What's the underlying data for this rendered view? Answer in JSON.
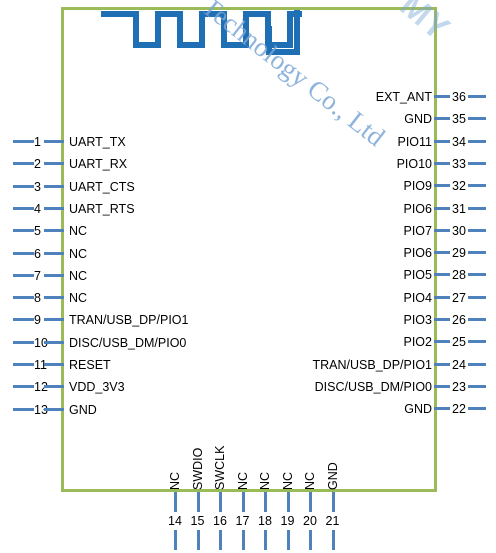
{
  "colors": {
    "module_border": "#9bbb59",
    "pin_line": "#4f81bd",
    "antenna_trace": "#1f6fb4",
    "watermark": "#7aa6d6"
  },
  "watermark": {
    "text": "Technology Co., Ltd",
    "logo_text": "MY"
  },
  "antenna": {
    "icon": "antenna-trace-icon"
  },
  "left_pins": [
    {
      "num": "1",
      "name": "UART_TX"
    },
    {
      "num": "2",
      "name": "UART_RX"
    },
    {
      "num": "3",
      "name": "UART_CTS"
    },
    {
      "num": "4",
      "name": "UART_RTS"
    },
    {
      "num": "5",
      "name": "NC"
    },
    {
      "num": "6",
      "name": "NC"
    },
    {
      "num": "7",
      "name": "NC"
    },
    {
      "num": "8",
      "name": "NC"
    },
    {
      "num": "9",
      "name": "TRAN/USB_DP/PIO1"
    },
    {
      "num": "10",
      "name": "DISC/USB_DM/PIO0"
    },
    {
      "num": "11",
      "name": "RESET"
    },
    {
      "num": "12",
      "name": "VDD_3V3"
    },
    {
      "num": "13",
      "name": "GND"
    }
  ],
  "right_pins": [
    {
      "num": "36",
      "name": "EXT_ANT"
    },
    {
      "num": "35",
      "name": "GND"
    },
    {
      "num": "34",
      "name": "PIO11"
    },
    {
      "num": "33",
      "name": "PIO10"
    },
    {
      "num": "32",
      "name": "PIO9"
    },
    {
      "num": "31",
      "name": "PIO6"
    },
    {
      "num": "30",
      "name": "PIO7"
    },
    {
      "num": "29",
      "name": "PIO6"
    },
    {
      "num": "28",
      "name": "PIO5"
    },
    {
      "num": "27",
      "name": "PIO4"
    },
    {
      "num": "26",
      "name": "PIO3"
    },
    {
      "num": "25",
      "name": "PIO2"
    },
    {
      "num": "24",
      "name": "TRAN/USB_DP/PIO1"
    },
    {
      "num": "23",
      "name": "DISC/USB_DM/PIO0"
    },
    {
      "num": "22",
      "name": "GND"
    }
  ],
  "bottom_pins": [
    {
      "num": "14",
      "name": "NC"
    },
    {
      "num": "15",
      "name": "SWDIO"
    },
    {
      "num": "16",
      "name": "SWCLK"
    },
    {
      "num": "17",
      "name": "NC"
    },
    {
      "num": "18",
      "name": "NC"
    },
    {
      "num": "19",
      "name": "NC"
    },
    {
      "num": "20",
      "name": "NC"
    },
    {
      "num": "21",
      "name": "GND"
    }
  ]
}
